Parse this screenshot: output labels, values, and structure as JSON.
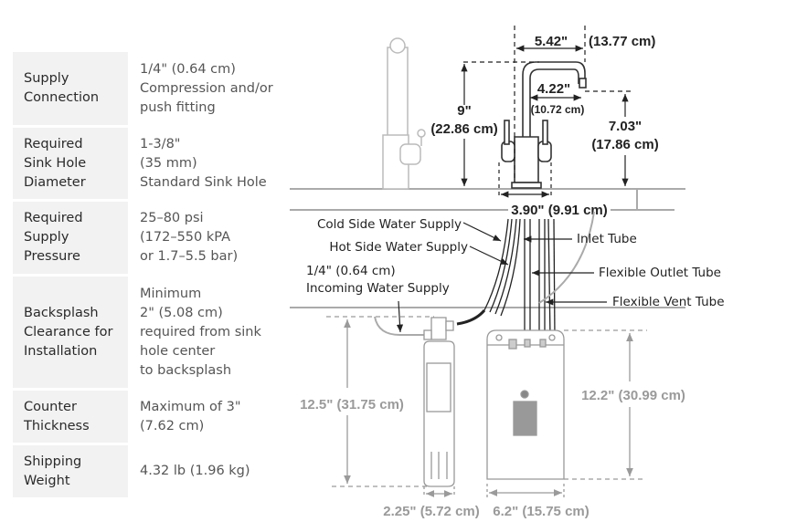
{
  "specs": [
    {
      "label": "Supply\nConnection",
      "value": "1/4\" (0.64 cm)\nCompression and/or\npush fitting"
    },
    {
      "label": "Required\nSink Hole\nDiameter",
      "value": "1-3/8\"\n(35 mm)\nStandard Sink Hole"
    },
    {
      "label": "Required\nSupply\nPressure",
      "value": "25–80 psi\n(172–550 kPA\nor 1.7–5.5 bar)"
    },
    {
      "label": "Backsplash\nClearance for\nInstallation",
      "value": "Minimum\n2\" (5.08 cm)\nrequired from sink\nhole center\nto backsplash"
    },
    {
      "label": "Counter\nThickness",
      "value": "Maximum of 3\"\n(7.62 cm)"
    },
    {
      "label": "Shipping\nWeight",
      "value": "4.32 lb (1.96 kg)"
    }
  ],
  "diagram": {
    "dims": {
      "spout_reach_in": "5.42\"",
      "spout_reach_cm": "(13.77 cm)",
      "height_in": "9\"",
      "height_cm": "(22.86 cm)",
      "reach_in": "4.22\"",
      "reach_cm": "(10.72 cm)",
      "spout_height_in": "7.03\"",
      "spout_height_cm": "(17.86 cm)",
      "base_width": "3.90\" (9.91 cm)",
      "filter_height": "12.5\" (31.75 cm)",
      "filter_width": "2.25\" (5.72 cm)",
      "tank_height": "12.2\" (30.99 cm)",
      "tank_width": "6.2\" (15.75 cm)"
    },
    "callouts": {
      "cold": "Cold Side Water Supply",
      "hot": "Hot Side Water Supply",
      "incoming_size": "1/4\" (0.64 cm)",
      "incoming": "Incoming Water Supply",
      "inlet": "Inlet Tube",
      "outlet": "Flexible Outlet Tube",
      "vent": "Flexible Vent Tube"
    },
    "colors": {
      "dark": "#222222",
      "gray": "#9a9a9a",
      "panel": "#f2f2f2"
    }
  }
}
